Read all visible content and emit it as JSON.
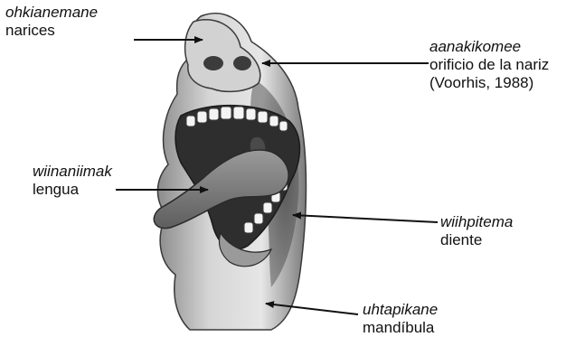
{
  "labels": {
    "nostrils": {
      "term": "ohkianemane",
      "gloss": "narices"
    },
    "nostril_hole": {
      "term": "aanakikomee",
      "gloss": "orificio de la nariz",
      "citation": "(Voorhis, 1988)"
    },
    "tongue": {
      "term": "wiinaniimak",
      "gloss": "lengua"
    },
    "tooth": {
      "term": "wiihpitema",
      "gloss": "diente"
    },
    "jaw": {
      "term": "uhtapikane",
      "gloss": "mandíbula"
    }
  },
  "colors": {
    "text": "#111111",
    "arrow": "#111111",
    "skin_light": "#d9d9d9",
    "skin_shadow": "#6f6f6f",
    "mouth_dark": "#2e2e2e",
    "tongue": "#7a7a7a",
    "teeth": "#f4f4f4"
  }
}
